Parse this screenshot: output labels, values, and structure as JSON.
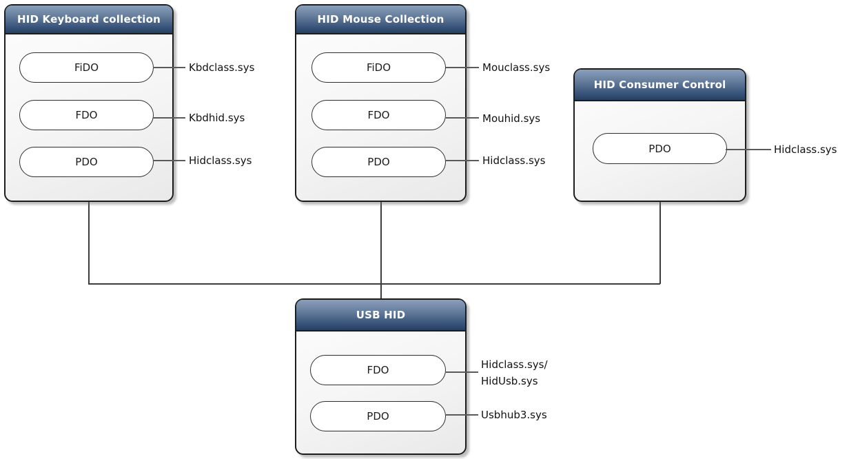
{
  "diagram": {
    "boxes": [
      {
        "title": "HID Keyboard collection",
        "pills": [
          {
            "label": "FiDO",
            "driver_lines": [
              "Kbdclass.sys"
            ]
          },
          {
            "label": "FDO",
            "driver_lines": [
              "Kbdhid.sys"
            ]
          },
          {
            "label": "PDO",
            "driver_lines": [
              "Hidclass.sys"
            ]
          }
        ]
      },
      {
        "title": "HID Mouse Collection",
        "pills": [
          {
            "label": "FiDO",
            "driver_lines": [
              "Mouclass.sys"
            ]
          },
          {
            "label": "FDO",
            "driver_lines": [
              "Mouhid.sys"
            ]
          },
          {
            "label": "PDO",
            "driver_lines": [
              "Hidclass.sys"
            ]
          }
        ]
      },
      {
        "title": "HID Consumer Control",
        "pills": [
          {
            "label": "PDO",
            "driver_lines": [
              "Hidclass.sys"
            ]
          }
        ]
      },
      {
        "title": "USB HID",
        "pills": [
          {
            "label": "FDO",
            "driver_lines": [
              "Hidclass.sys/",
              "HidUsb.sys"
            ]
          },
          {
            "label": "PDO",
            "driver_lines": [
              "Usbhub3.sys"
            ]
          }
        ]
      }
    ],
    "colors": {
      "header_gradient_top": "#899fbc",
      "header_gradient_bottom": "#27405f",
      "box_border": "#1c1c1c",
      "body_fill": "#f2f2f2",
      "pill_fill": "#ffffff",
      "connector_line": "#3c3c3c",
      "leader_line": "#5a5a5a",
      "title_text": "#ffffff",
      "label_text": "#111111"
    }
  }
}
